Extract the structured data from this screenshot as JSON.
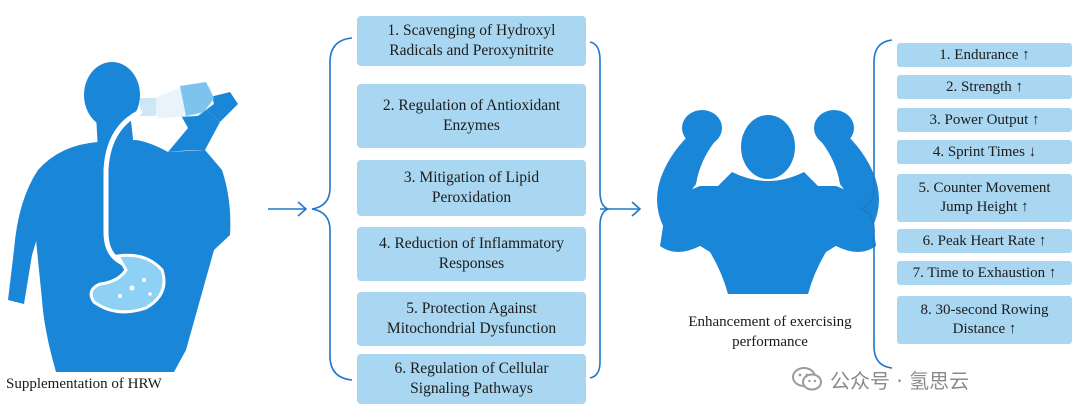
{
  "left_caption": "Supplementation of HRW",
  "mechanisms": [
    {
      "text": "1. Scavenging of Hydroxyl Radicals and Peroxynitrite"
    },
    {
      "text": "2. Regulation of Antioxidant Enzymes"
    },
    {
      "text": "3. Mitigation of Lipid Peroxidation"
    },
    {
      "text": "4. Reduction of Inflammatory Responses"
    },
    {
      "text": "5. Protection Against Mitochondrial Dysfunction"
    },
    {
      "text": "6. Regulation of Cellular Signaling Pathways"
    }
  ],
  "center_caption": "Enhancement of exercising performance",
  "outcomes": [
    {
      "text": "1. Endurance ↑"
    },
    {
      "text": "2. Strength ↑"
    },
    {
      "text": "3. Power Output ↑"
    },
    {
      "text": "4. Sprint Times ↓"
    },
    {
      "text": "5. Counter Movement Jump Height ↑"
    },
    {
      "text": "6. Peak Heart Rate ↑"
    },
    {
      "text": "7. Time to Exhaustion ↑"
    },
    {
      "text": "8. 30-second Rowing Distance ↑"
    }
  ],
  "watermark": "公众号 · 氢思云",
  "colors": {
    "figure_blue": "#1a86d8",
    "box_fill": "#a9d6f0",
    "line_blue": "#1f78c8",
    "watermark_gray": "#8a8a8a"
  }
}
